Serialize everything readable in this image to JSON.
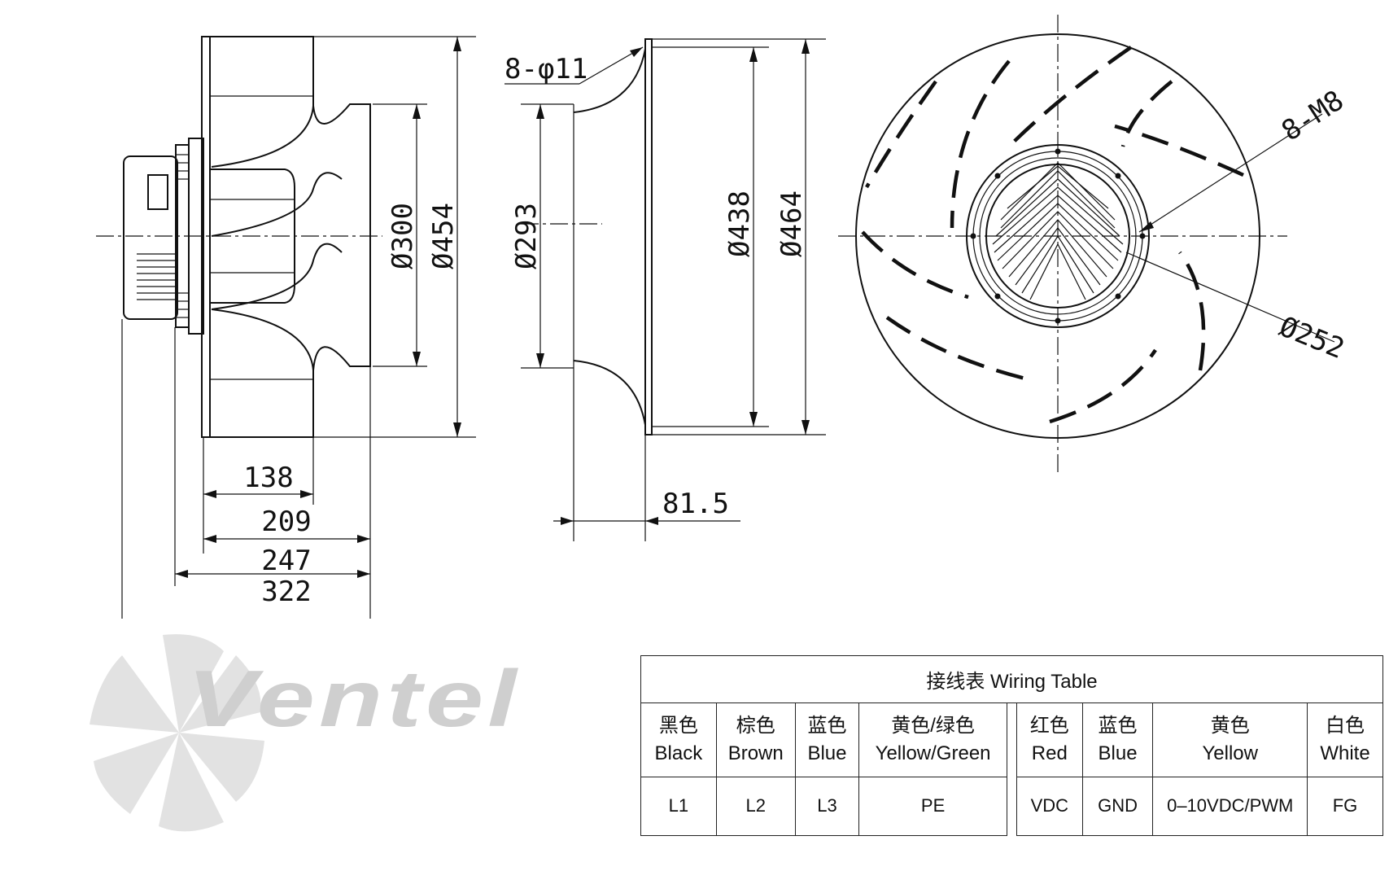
{
  "side_view": {
    "dims": {
      "d_inlet_small": "Ø300",
      "d_outer": "Ø454",
      "len_138": "138",
      "len_209": "209",
      "len_247": "247",
      "len_322": "322"
    }
  },
  "inlet_ring": {
    "callout": "8-φ11",
    "dims": {
      "d_inner": "Ø293",
      "d_bolt": "Ø438",
      "d_outer": "Ø464",
      "depth": "81.5"
    }
  },
  "front_view": {
    "callout_thread": "8-M8",
    "callout_diameter": "Ø252"
  },
  "wiring_table": {
    "title": "接线表   Wiring Table",
    "columns": [
      {
        "cn": "黑色",
        "en": "Black",
        "signal": "L1"
      },
      {
        "cn": "棕色",
        "en": "Brown",
        "signal": "L2"
      },
      {
        "cn": "蓝色",
        "en": "Blue",
        "signal": "L3"
      },
      {
        "cn": "黄色/绿色",
        "en": "Yellow/Green",
        "signal": "PE"
      },
      {
        "cn": "红色",
        "en": "Red",
        "signal": "VDC"
      },
      {
        "cn": "蓝色",
        "en": "Blue",
        "signal": "GND"
      },
      {
        "cn": "黄色",
        "en": "Yellow",
        "signal": "0–10VDC/PWM"
      },
      {
        "cn": "白色",
        "en": "White",
        "signal": "FG"
      }
    ]
  },
  "watermark": {
    "text": "Ventel",
    "colors": {
      "main": "#cfcfcf",
      "accent": "#cfe3f3"
    }
  }
}
